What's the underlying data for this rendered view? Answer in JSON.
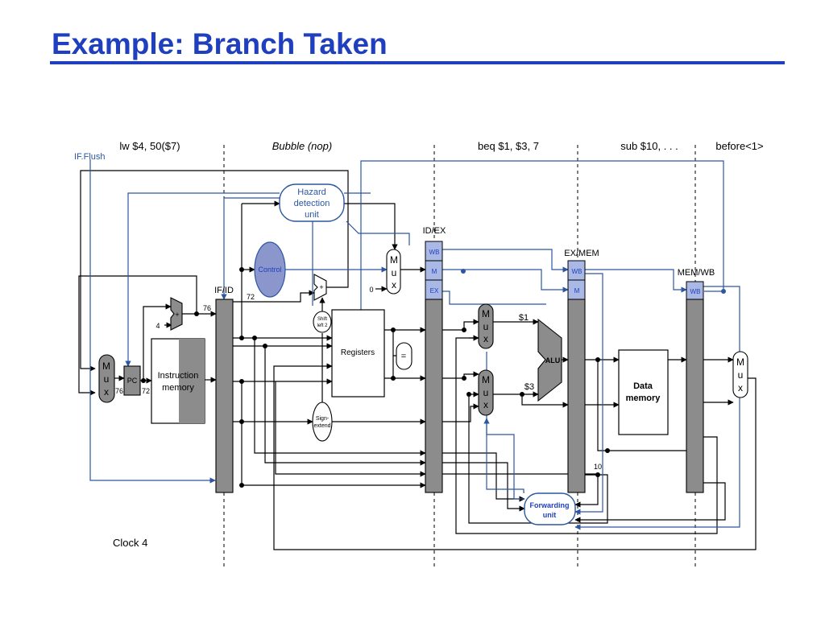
{
  "title": "Example: Branch Taken",
  "stage_labels": [
    "lw $4, 50($7)",
    "Bubble (nop)",
    "beq $1, $3, 7",
    "sub $10, . . .",
    "before<1>"
  ],
  "if_flush": "IF.Flush",
  "clock": "Clock 4",
  "pipeline_registers": {
    "if_id": "IF/ID",
    "id_ex": "ID/EX",
    "ex_mem": "EX/MEM",
    "mem_wb": "MEM/WB"
  },
  "control_fields": {
    "wb": "WB",
    "m": "M",
    "ex": "EX"
  },
  "units": {
    "hazard": [
      "Hazard",
      "detection",
      "unit"
    ],
    "control": "Control",
    "registers": "Registers",
    "equal": "=",
    "shift": [
      "Shift",
      "left 2"
    ],
    "sign_extend": [
      "Sign-",
      "extend"
    ],
    "instruction_memory": [
      "Instruction",
      "memory"
    ],
    "pc": "PC",
    "alu": "ALU",
    "data_memory": [
      "Data",
      "memory"
    ],
    "forwarding": [
      "Forwarding",
      "unit"
    ],
    "adder": "+",
    "mux": [
      "M",
      "u",
      "x"
    ]
  },
  "values": {
    "pc_in": "76",
    "pc_out": "72",
    "pc_plus4": "76",
    "ifid_pc": "72",
    "four": "4",
    "zero": "0",
    "r1": "$1",
    "r3": "$3",
    "ten": "10"
  },
  "colors": {
    "title": "#1f3fbf",
    "blue_wire": "#2c56a0",
    "control_fill": "#8a96cc",
    "register_fill": "#8c8c8c",
    "field_fill": "#a9b8e4"
  }
}
